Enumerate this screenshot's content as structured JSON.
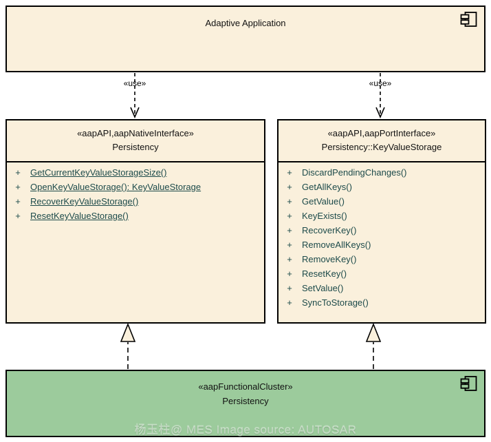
{
  "colors": {
    "box_fill": "#FAF0DC",
    "cluster_fill": "#9CCB9C",
    "border": "#000000",
    "method_text": "#1C4A4A",
    "title_text": "#111111"
  },
  "visibility_symbol": "+",
  "top_component": {
    "name": "Adaptive Application",
    "icon": "uml-component-icon"
  },
  "dependencies": [
    {
      "label": "«use»"
    },
    {
      "label": "«use»"
    }
  ],
  "interfaces": [
    {
      "stereotype": "«aapAPI,aapNativeInterface»",
      "name": "Persistency",
      "methods": [
        "GetCurrentKeyValueStorageSize()",
        "OpenKeyValueStorage(): KeyValueStorage",
        "RecoverKeyValueStorage()",
        "ResetKeyValueStorage()"
      ]
    },
    {
      "stereotype": "«aapAPI,aapPortInterface»",
      "name": "Persistency::KeyValueStorage",
      "methods": [
        "DiscardPendingChanges()",
        "GetAllKeys()",
        "GetValue()",
        "KeyExists()",
        "RecoverKey()",
        "RemoveAllKeys()",
        "RemoveKey()",
        "ResetKey()",
        "SetValue()",
        "SyncToStorage()"
      ]
    }
  ],
  "functional_cluster": {
    "stereotype": "«aapFunctionalCluster»",
    "name": "Persistency",
    "icon": "uml-component-icon"
  },
  "watermark": "杨玉柱@ MES Image source:  AUTOSAR"
}
